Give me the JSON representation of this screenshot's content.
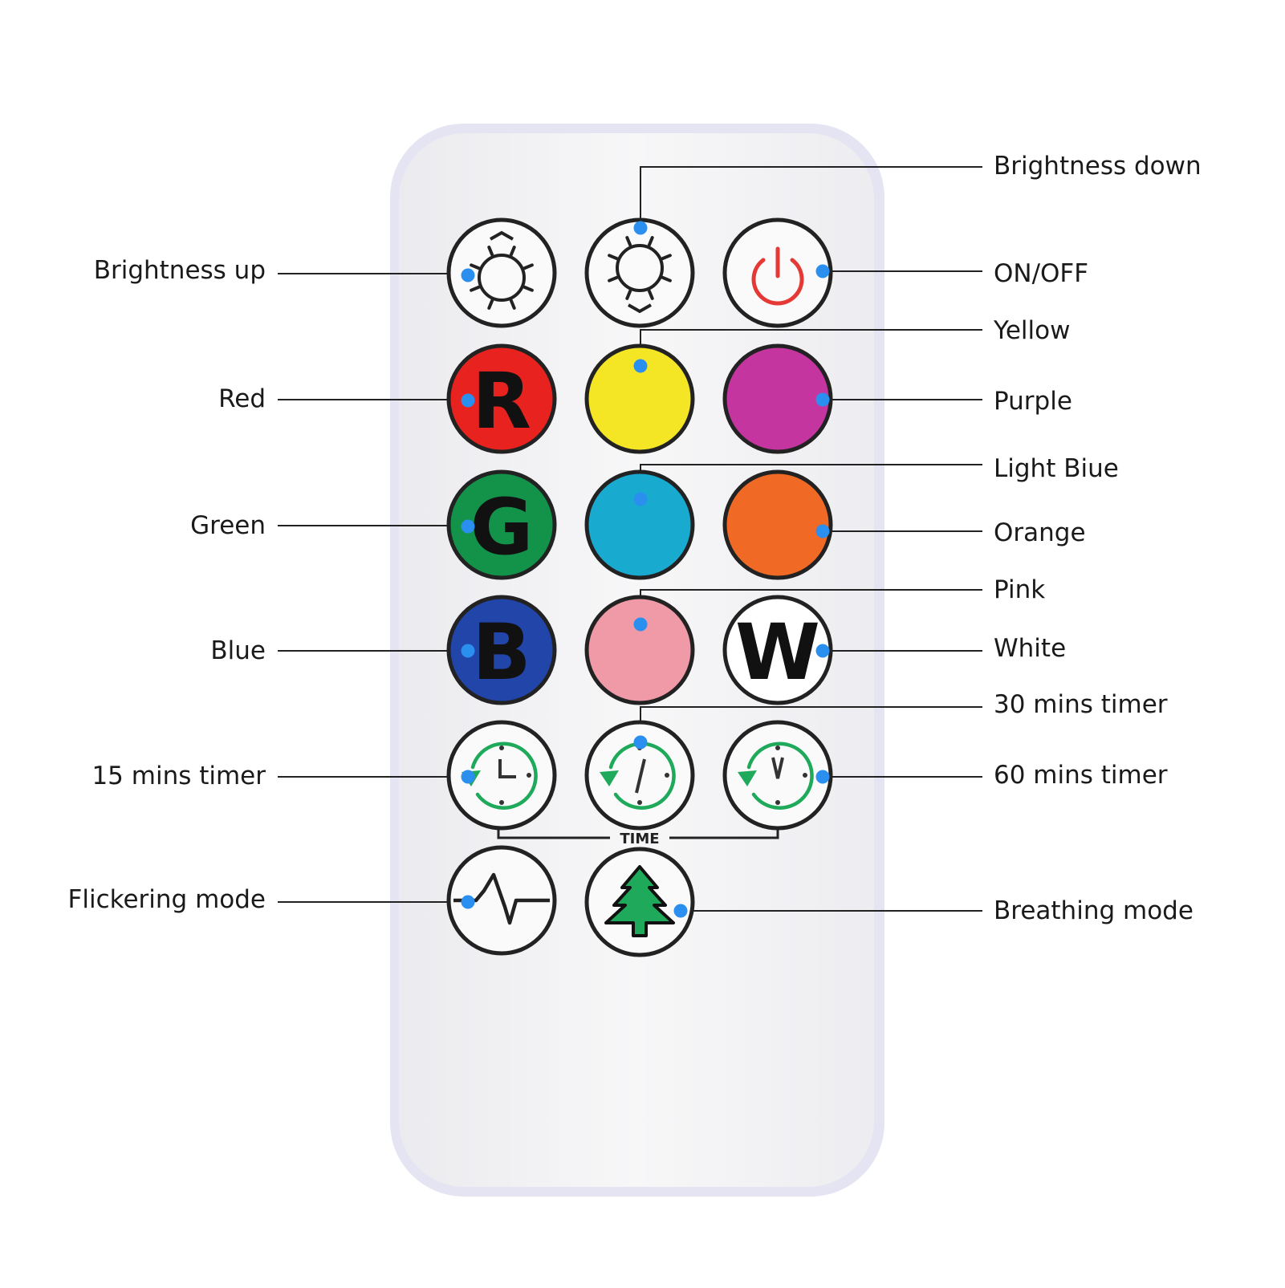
{
  "remote": {
    "buttons": [
      {
        "id": "brightness-up",
        "kind": "brightness-up"
      },
      {
        "id": "brightness-down",
        "kind": "brightness-down"
      },
      {
        "id": "power",
        "kind": "power",
        "color": "#e53935"
      },
      {
        "id": "red",
        "kind": "letter",
        "glyph": "R",
        "color": "#e8231f"
      },
      {
        "id": "yellow",
        "kind": "color",
        "color": "#f5e625"
      },
      {
        "id": "purple",
        "kind": "color",
        "color": "#c4359f"
      },
      {
        "id": "green",
        "kind": "letter",
        "glyph": "G",
        "color": "#13924a"
      },
      {
        "id": "light-blue",
        "kind": "color",
        "color": "#19aacf"
      },
      {
        "id": "orange",
        "kind": "color",
        "color": "#f06a26"
      },
      {
        "id": "blue",
        "kind": "letter",
        "glyph": "B",
        "color": "#2145a8"
      },
      {
        "id": "pink",
        "kind": "color",
        "color": "#ef9aa6"
      },
      {
        "id": "white",
        "kind": "letter",
        "glyph": "W",
        "color": "#ffffff"
      },
      {
        "id": "timer-15",
        "kind": "timer",
        "color": "#1fa95a"
      },
      {
        "id": "timer-30",
        "kind": "timer",
        "color": "#1fa95a"
      },
      {
        "id": "timer-60",
        "kind": "timer",
        "color": "#1fa95a"
      },
      {
        "id": "flicker",
        "kind": "flicker"
      },
      {
        "id": "breathing",
        "kind": "tree",
        "color": "#1fa95a"
      }
    ],
    "time_label": "TIME"
  },
  "colors": {
    "dot": "#2b8ff0",
    "line": "#222222",
    "button_ring": "#222222",
    "body": "#f2f2f4",
    "body_edge": "#e4e4f2"
  },
  "callouts": {
    "brightness_up": "Brightness up",
    "brightness_down": "Brightness down",
    "on_off": "ON/OFF",
    "yellow": "Yellow",
    "red": "Red",
    "purple": "Purple",
    "light_blue": "Light Biue",
    "green": "Green",
    "orange": "Orange",
    "pink": "Pink",
    "blue": "Blue",
    "white": "White",
    "timer_30": "30 mins timer",
    "timer_15": "15 mins timer",
    "timer_60": "60 mins timer",
    "flickering_mode": "Flickering mode",
    "breathing_mode": "Breathing mode"
  }
}
